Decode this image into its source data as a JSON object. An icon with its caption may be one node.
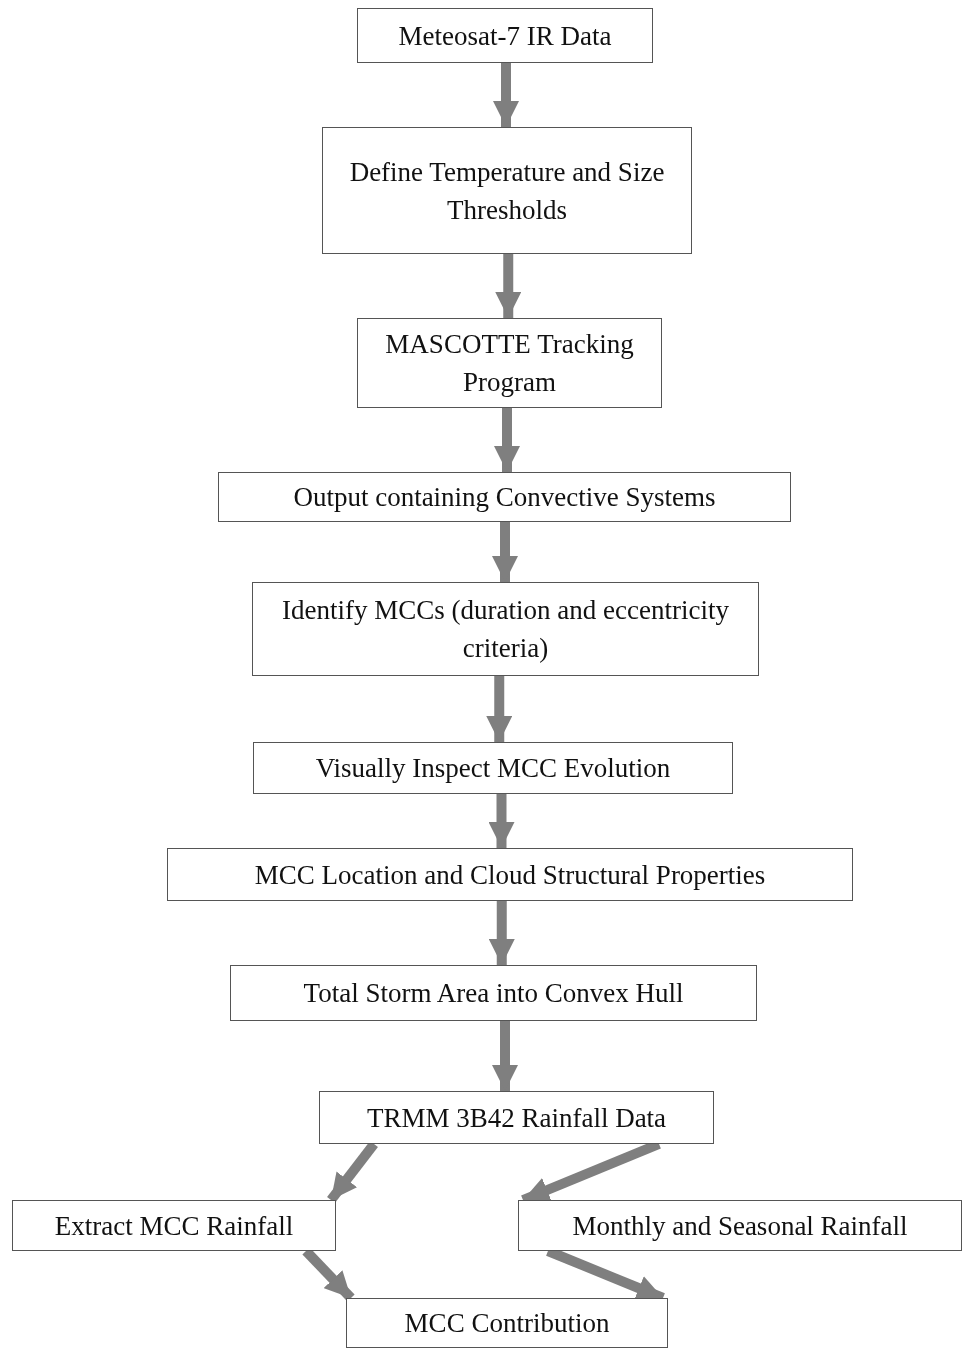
{
  "diagram": {
    "nodes": [
      {
        "text": [
          "Meteosat-7 IR Data"
        ]
      },
      {
        "text": [
          "Define Temperature and Size Thresholds"
        ]
      },
      {
        "text": [
          "MASCOTTE Tracking Program"
        ]
      },
      {
        "text": [
          "Output containing Convective Systems"
        ]
      },
      {
        "text": [
          "Identify MCCs (duration and eccentricity criteria)"
        ]
      },
      {
        "text": [
          "Visually Inspect MCC Evolution"
        ]
      },
      {
        "text": [
          "MCC Location and Cloud Structural Properties"
        ]
      },
      {
        "text": [
          "Total Storm Area into Convex Hull"
        ]
      },
      {
        "text": [
          "TRMM 3B42 Rainfall Data"
        ]
      },
      {
        "text": [
          "Extract MCC Rainfall"
        ]
      },
      {
        "text": [
          "Monthly and Seasonal Rainfall"
        ]
      },
      {
        "text": [
          "MCC Contribution"
        ]
      }
    ],
    "edges": [
      {
        "from": 0,
        "to": 1,
        "arrow": "to"
      },
      {
        "from": 1,
        "to": 2,
        "arrow": "to"
      },
      {
        "from": 2,
        "to": 3,
        "arrow": "to"
      },
      {
        "from": 3,
        "to": 4,
        "arrow": "to"
      },
      {
        "from": 4,
        "to": 5,
        "arrow": "to"
      },
      {
        "from": 5,
        "to": 6,
        "arrow": "to"
      },
      {
        "from": 6,
        "to": 7,
        "arrow": "to"
      },
      {
        "from": 7,
        "to": 8,
        "arrow": "to"
      },
      {
        "from": 8,
        "to": 9,
        "arrow": "to"
      },
      {
        "from": 8,
        "to": 10,
        "arrow": "to"
      },
      {
        "from": 9,
        "to": 11,
        "arrow": "to"
      },
      {
        "from": 10,
        "to": 11,
        "arrow": "to"
      }
    ]
  }
}
